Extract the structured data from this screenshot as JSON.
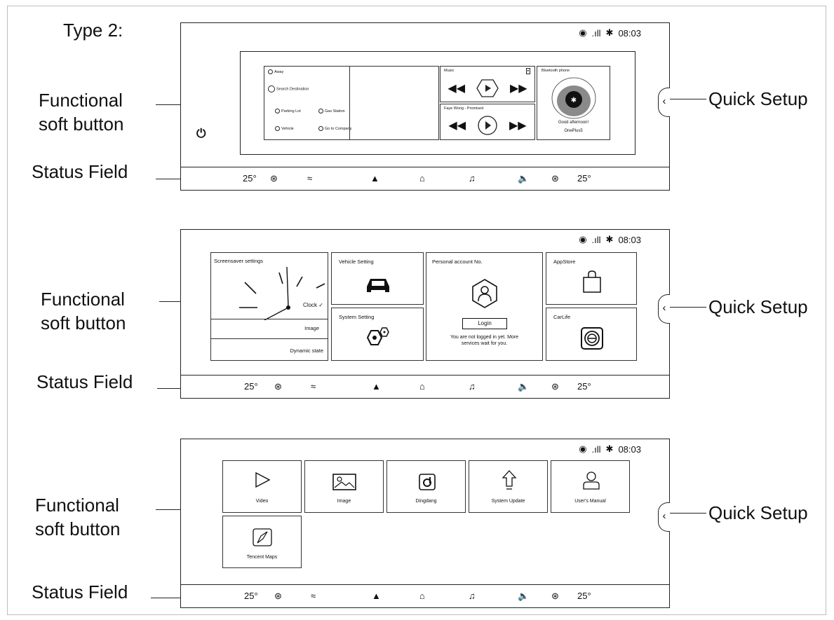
{
  "title": "Type 2:",
  "callouts": {
    "functional": [
      "Functional",
      "soft button"
    ],
    "status_field": "Status Field",
    "quick_setup": "Quick Setup"
  },
  "status_top": {
    "time": "08:03"
  },
  "status_bar": {
    "temp_left": "25°",
    "temp_right": "25°"
  },
  "screen1": {
    "nav": {
      "away": "Away",
      "search": "Search Destination",
      "opt1": "Parking Lot",
      "opt2": "Gas Station",
      "opt3": "Vehicle",
      "opt4": "Go to Company"
    },
    "music": {
      "label": "Music",
      "track": "Faye Wong - Promised"
    },
    "bluetooth": {
      "title": "Bluetooth phone",
      "greeting": "Good afternoon!",
      "device": "OnePlus5"
    }
  },
  "screen2": {
    "screensaver": {
      "title": "Screensaver settings",
      "options": [
        "Clock",
        "Image",
        "Dynamic state"
      ]
    },
    "vehicle": "Vehicle Setting",
    "system": "System Setting",
    "account": {
      "title": "Personal account No.",
      "login": "Login",
      "msg1": "You are not logged in yet. More",
      "msg2": "services wait for you."
    },
    "appstore": "AppStore",
    "carlife": "CarLife"
  },
  "screen3": {
    "apps": [
      "Video",
      "Image",
      "Dingdang",
      "System Update",
      "User's Manual",
      "Tencent Maps"
    ]
  }
}
